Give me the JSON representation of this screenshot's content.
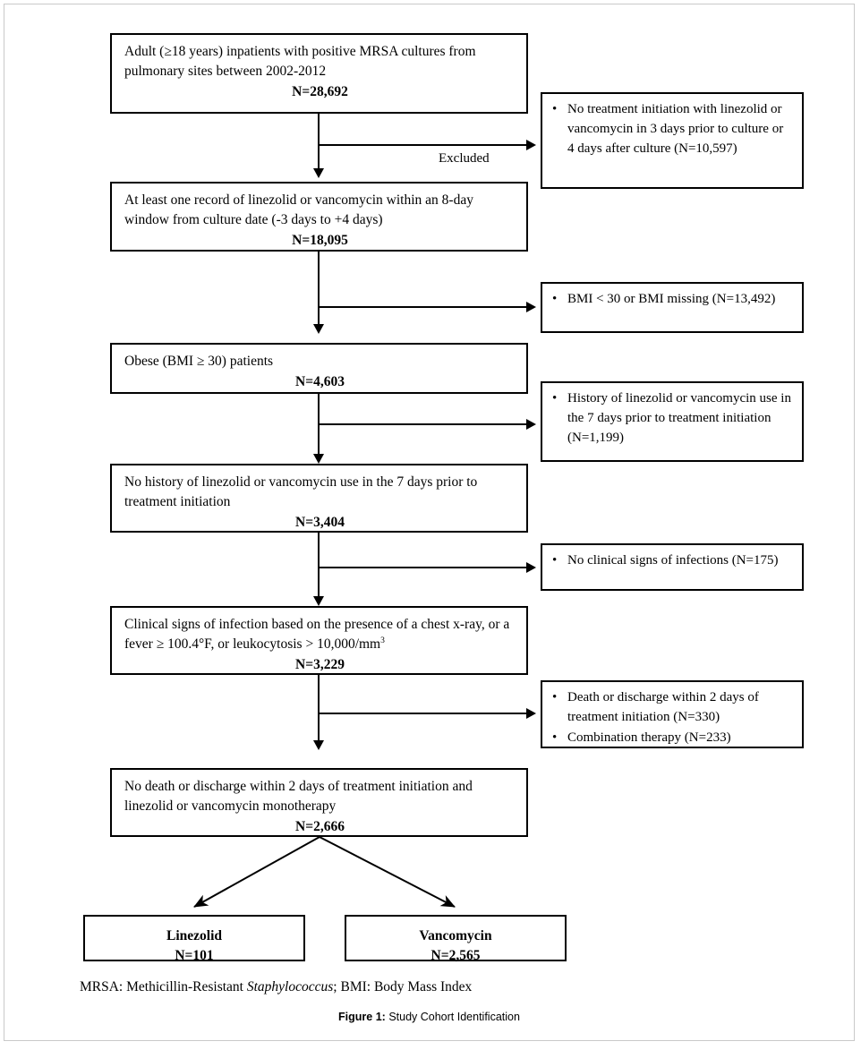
{
  "figure": {
    "caption_label": "Figure 1:",
    "caption_text": " Study Cohort Identification",
    "footnote_prefix": "MRSA: Methicillin-Resistant ",
    "footnote_italic": "Staphylococcus",
    "footnote_suffix": "; BMI: Body Mass Index"
  },
  "flow": {
    "excluded_label": "Excluded",
    "steps": [
      {
        "id": "step-1",
        "text": "Adult (≥18 years) inpatients with positive MRSA cultures from pulmonary sites between 2002-2012",
        "n": "N=28,692"
      },
      {
        "id": "step-2",
        "text": "At least one record of linezolid or vancomycin within an 8-day window from culture date (-3 days to +4 days)",
        "n": "N=18,095"
      },
      {
        "id": "step-3",
        "text": "Obese (BMI ≥ 30) patients",
        "n": "N=4,603"
      },
      {
        "id": "step-4",
        "text": "No history of linezolid or vancomycin use in the 7 days prior to treatment initiation",
        "n": "N=3,404"
      },
      {
        "id": "step-5",
        "text_part1": "Clinical signs of infection based on the presence of a chest x-ray, or a fever ≥ 100.4°F, or leukocytosis > 10,000/mm",
        "text_sup": "3",
        "n": "N=3,229"
      },
      {
        "id": "step-6",
        "text": "No death or discharge within 2 days of treatment initiation and linezolid or vancomycin monotherapy",
        "n": "N=2,666"
      }
    ],
    "exclusions": [
      {
        "id": "exclusion-1",
        "items": [
          "No treatment initiation with linezolid or vancomycin in 3 days prior to culture or 4 days after culture (N=10,597)"
        ]
      },
      {
        "id": "exclusion-2",
        "items": [
          "BMI < 30 or BMI missing (N=13,492)"
        ]
      },
      {
        "id": "exclusion-3",
        "items": [
          "History of linezolid or vancomycin use in the 7 days prior to treatment initiation (N=1,199)"
        ]
      },
      {
        "id": "exclusion-4",
        "items": [
          "No clinical signs of infections (N=175)"
        ]
      },
      {
        "id": "exclusion-5",
        "items": [
          "Death or discharge within 2 days of treatment initiation (N=330)",
          "Combination therapy (N=233)"
        ]
      }
    ],
    "terminals": [
      {
        "id": "terminal-linezolid",
        "label": "Linezolid",
        "n": "N=101"
      },
      {
        "id": "terminal-vancomycin",
        "label": "Vancomycin",
        "n": "N=2,565"
      }
    ],
    "bullet_glyph": "•"
  },
  "colors": {
    "line": "#000000",
    "page_border": "#c9c9c9",
    "background": "#ffffff"
  }
}
